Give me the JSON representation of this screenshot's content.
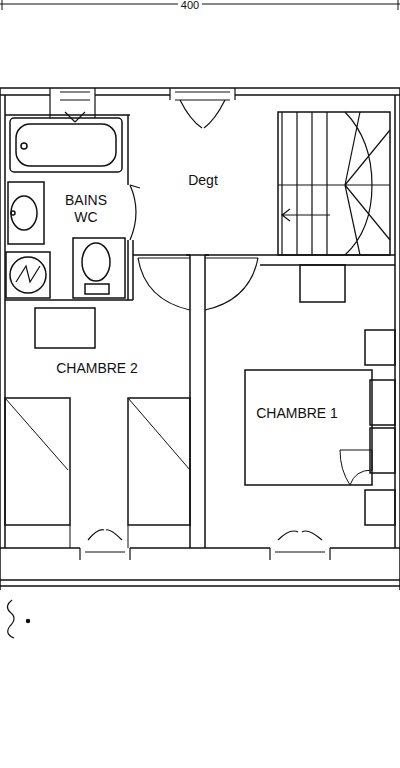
{
  "diagram": {
    "nodes": [
      {
        "text": [
          "BAINS WC"
        ]
      },
      {
        "text": [
          "Degt"
        ]
      },
      {
        "text": [
          "CHAMBRE 2"
        ]
      },
      {
        "text": [
          "CHAMBRE 1"
        ]
      }
    ],
    "labels": [
      "400"
    ]
  }
}
